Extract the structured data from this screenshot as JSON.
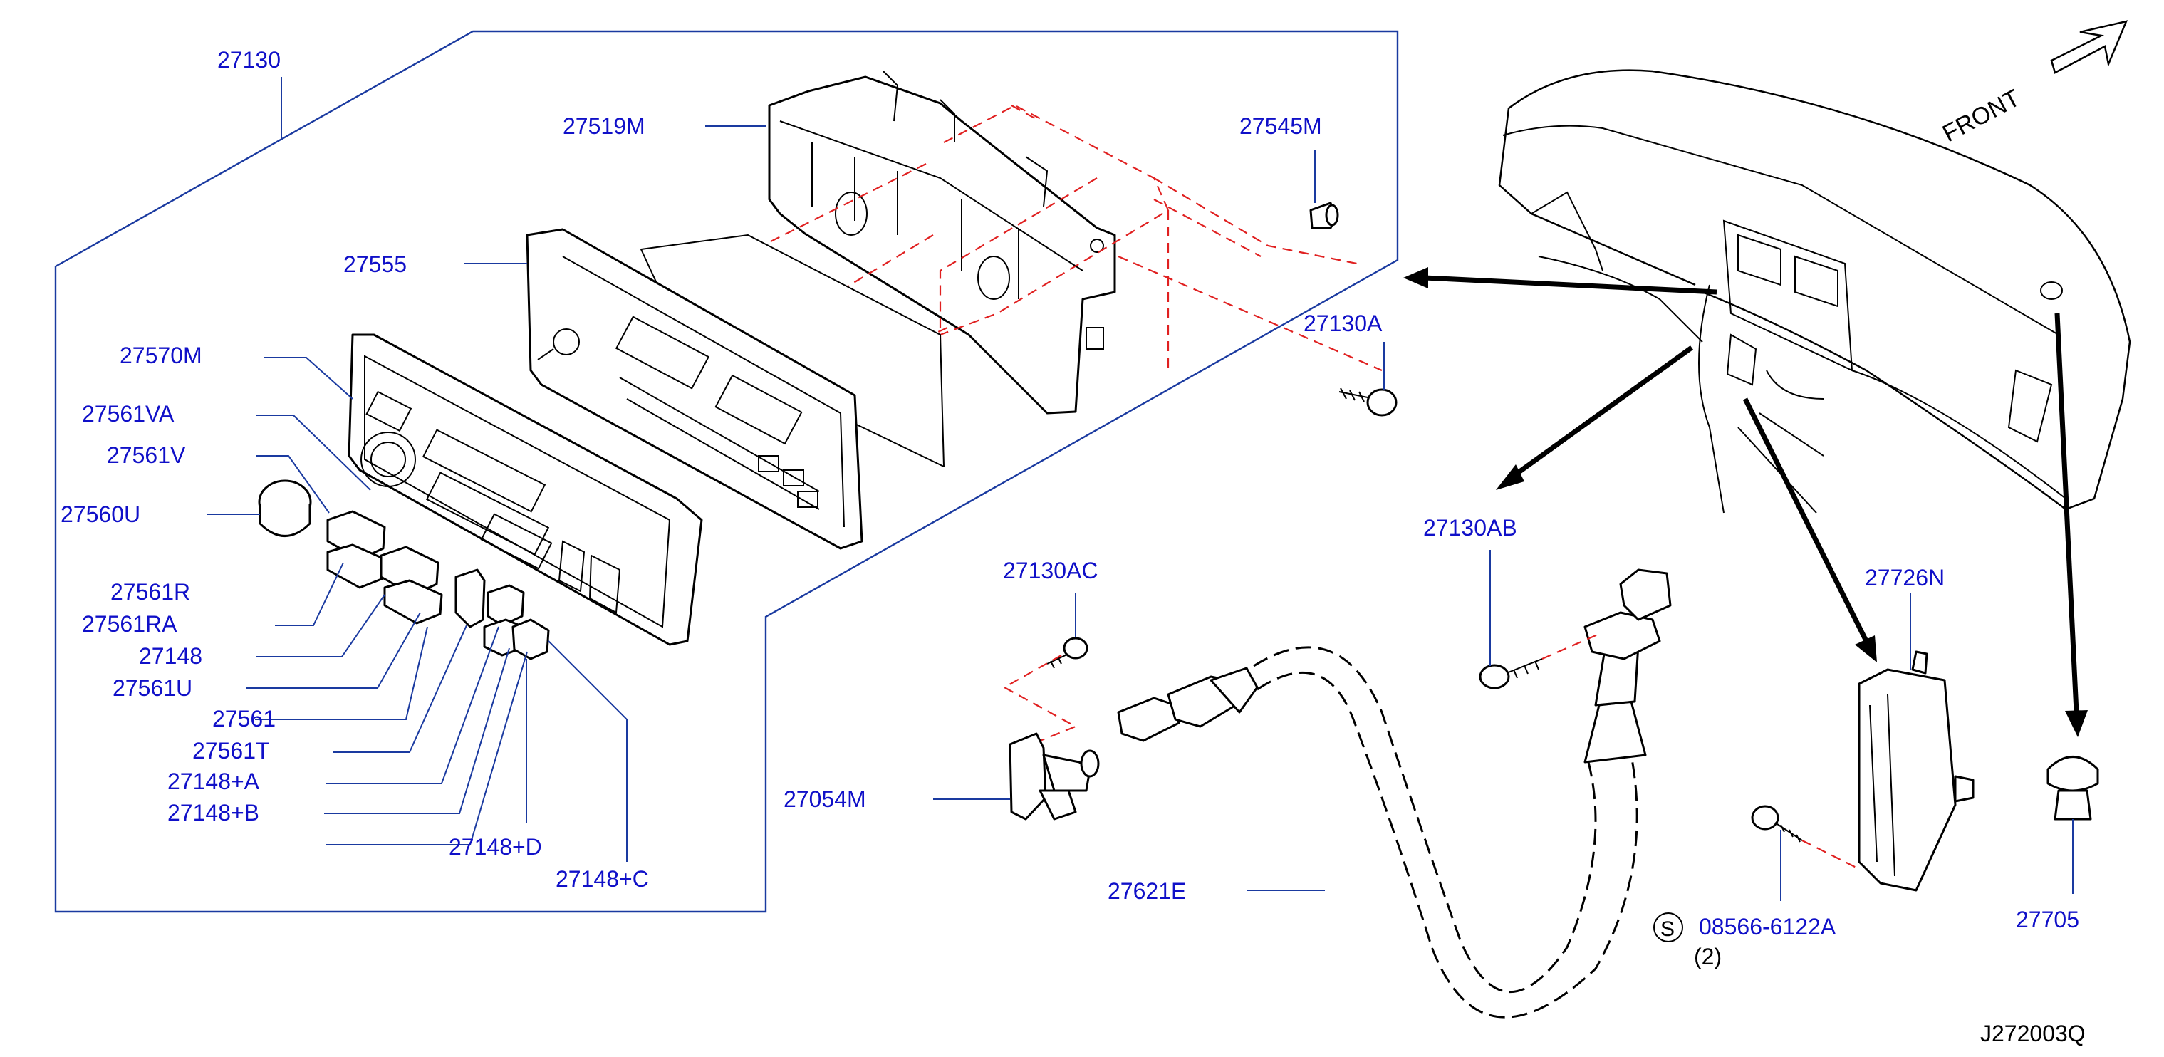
{
  "diagram": {
    "ref_code": "J272003Q",
    "front_label": "FRONT",
    "callouts": {
      "c27130": "27130",
      "c27519M": "27519M",
      "c27545M": "27545M",
      "c27555": "27555",
      "c27130A": "27130A",
      "c27570M": "27570M",
      "c27561VA": "27561VA",
      "c27561V": "27561V",
      "c27560U": "27560U",
      "c27561R": "27561R",
      "c27561RA": "27561RA",
      "c27148": "27148",
      "c27561U": "27561U",
      "c27561": "27561",
      "c27561T": "27561T",
      "c27148A": "27148+A",
      "c27148B": "27148+B",
      "c27148D": "27148+D",
      "c27148C": "27148+C",
      "c27130AC": "27130AC",
      "c27054M": "27054M",
      "c27621E": "27621E",
      "c27130AB": "27130AB",
      "c27726N": "27726N",
      "c08566": "08566-6122A",
      "c08566_qty": "(2)",
      "s_symbol": "S",
      "c27705": "27705"
    }
  }
}
